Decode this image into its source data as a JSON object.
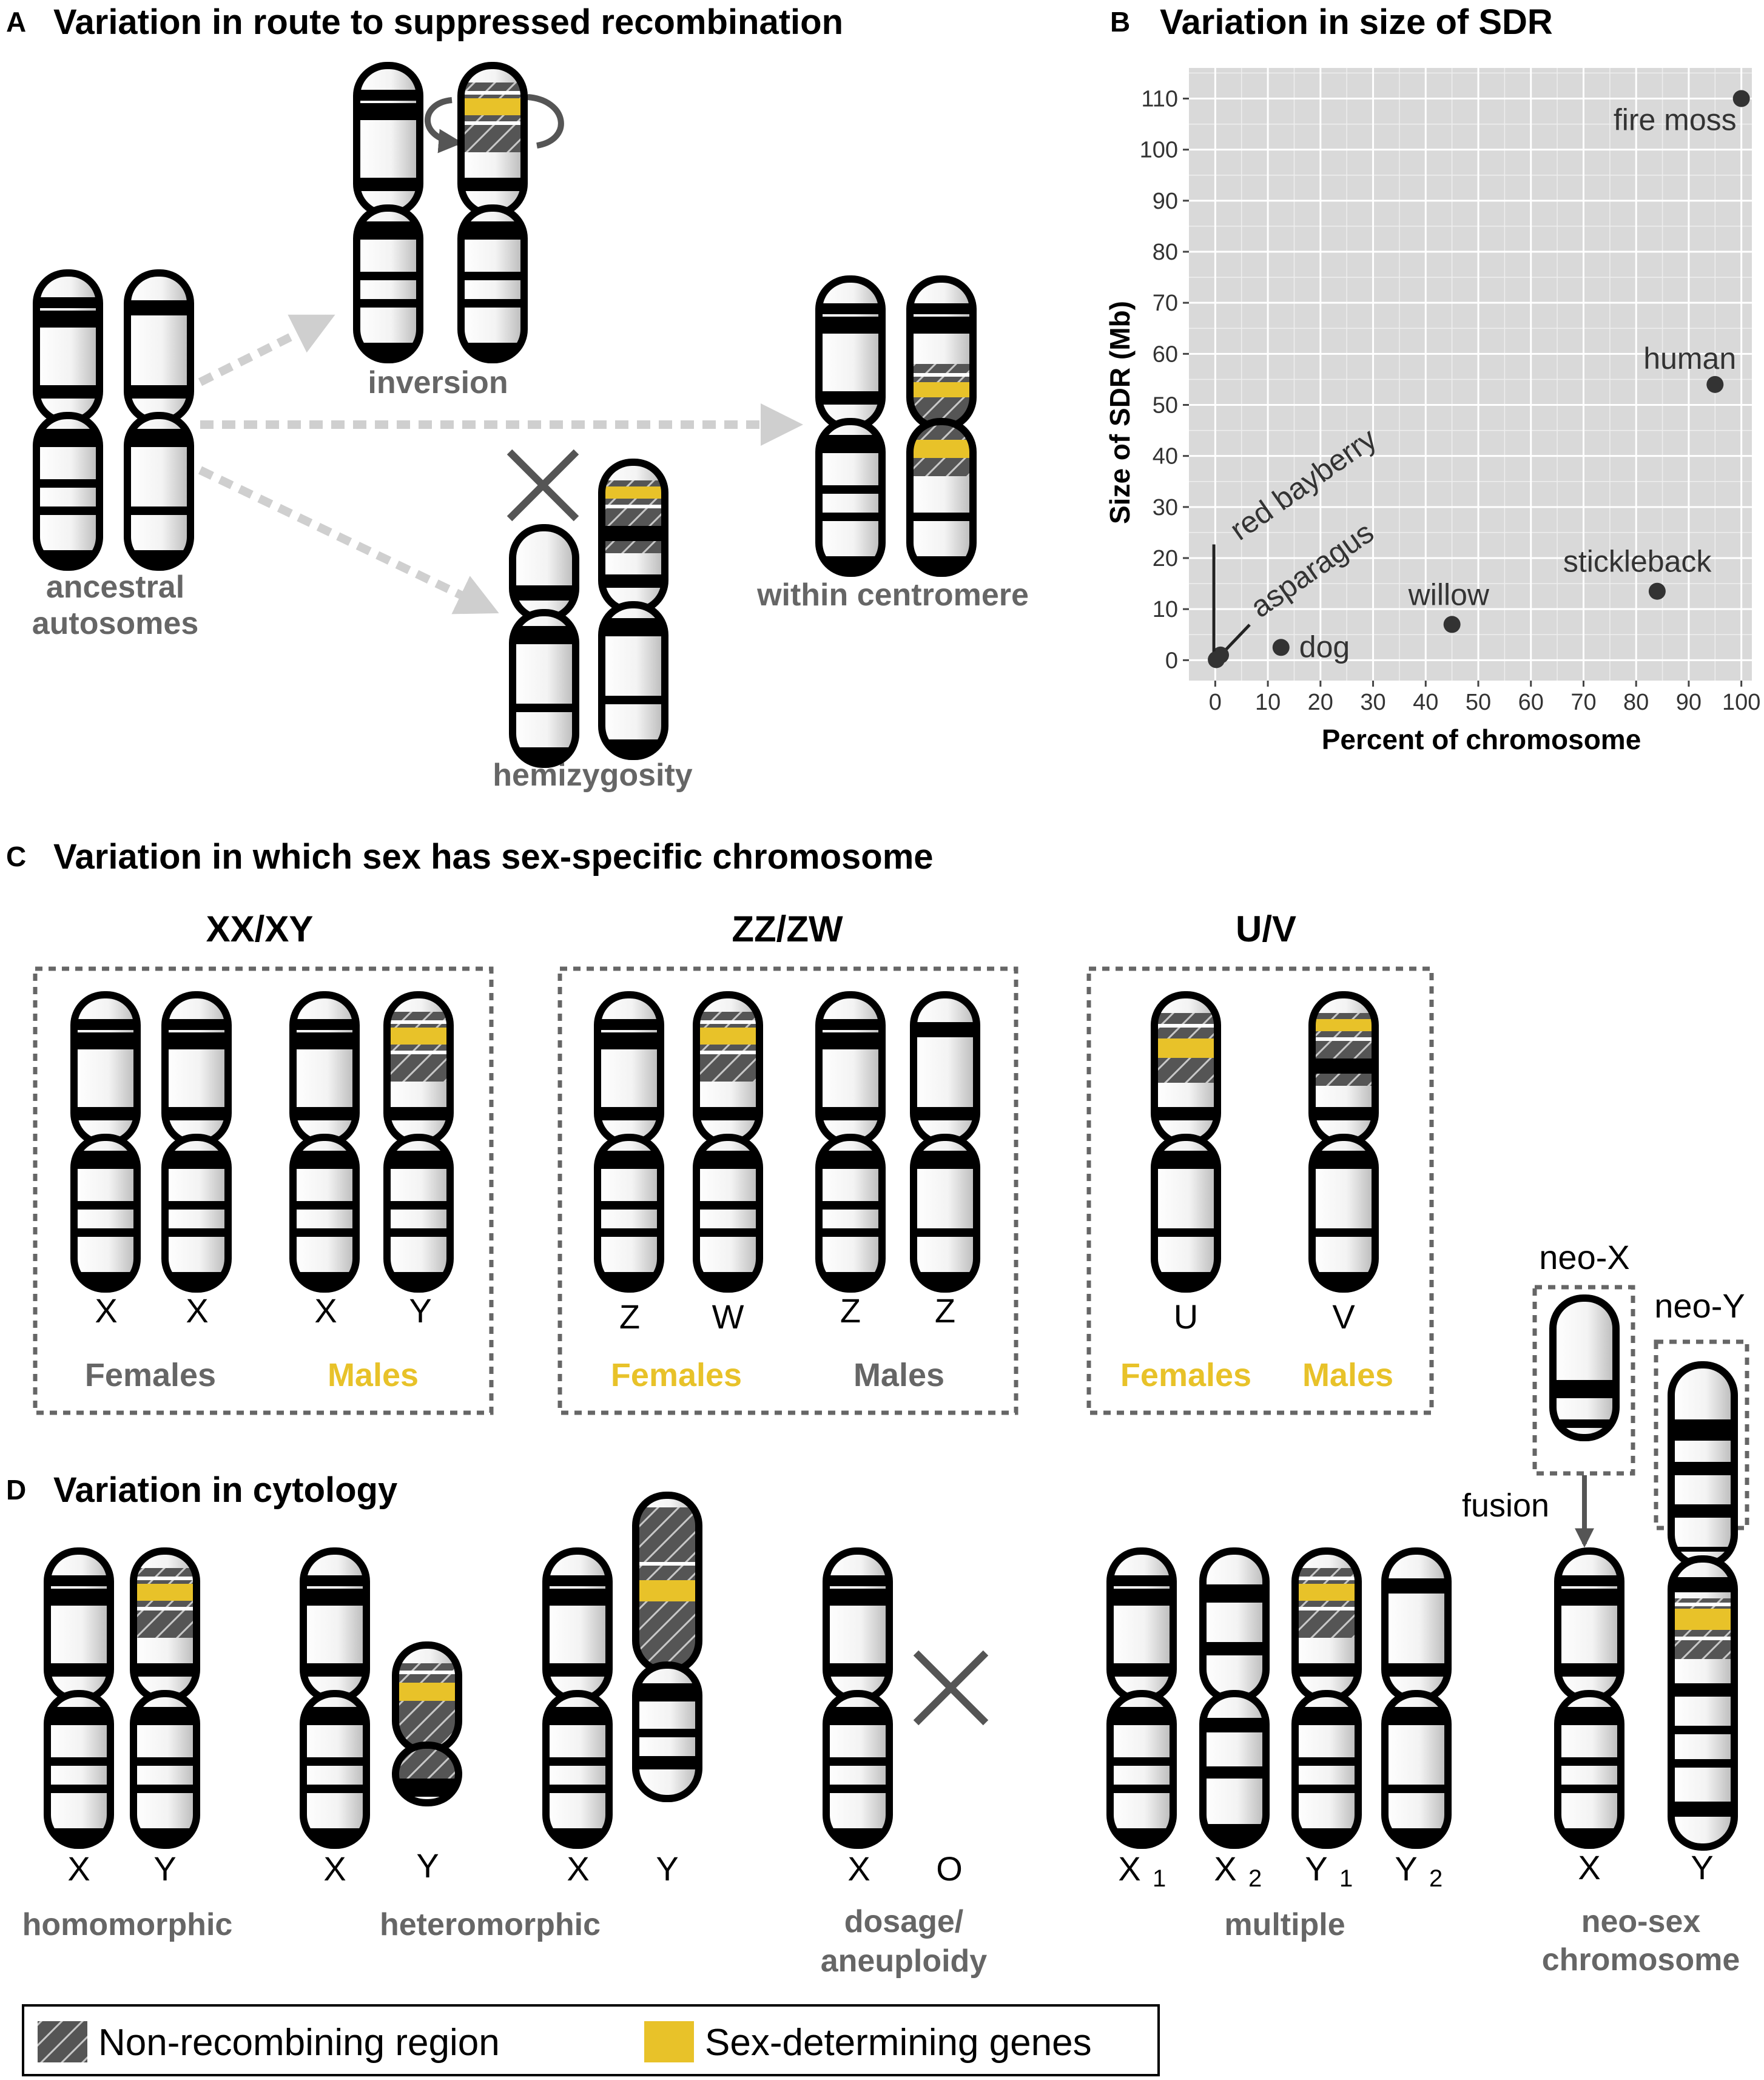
{
  "colors": {
    "sdr_yellow": "#e8c229",
    "nonrecomb_dark": "#555555",
    "panel_bg": "#d9d9d9",
    "arrow_gray": "#cccccc",
    "label_gray": "#666666"
  },
  "panelA": {
    "letter": "A",
    "title": "Variation in route to suppressed recombination",
    "labels": {
      "ancestral1": "ancestral",
      "ancestral2": "autosomes",
      "inversion": "inversion",
      "centromere": "within centromere",
      "hemizygosity": "hemizygosity"
    }
  },
  "panelB": {
    "letter": "B",
    "title": "Variation in size of SDR"
  },
  "chart_data": {
    "type": "scatter",
    "title": "Variation in size of SDR",
    "xlabel": "Percent of chromosome",
    "ylabel": "Size of SDR (Mb)",
    "xlim": [
      -5,
      102
    ],
    "ylim": [
      -4,
      116
    ],
    "x_ticks": [
      0,
      10,
      20,
      30,
      40,
      50,
      60,
      70,
      80,
      90,
      100
    ],
    "y_ticks": [
      0,
      10,
      20,
      30,
      40,
      50,
      60,
      70,
      80,
      90,
      100,
      110
    ],
    "grid": true,
    "points": [
      {
        "label": "fire moss",
        "x": 100,
        "y": 110
      },
      {
        "label": "human",
        "x": 95,
        "y": 54
      },
      {
        "label": "stickleback",
        "x": 84,
        "y": 13.5
      },
      {
        "label": "willow",
        "x": 45,
        "y": 7
      },
      {
        "label": "dog",
        "x": 12.5,
        "y": 2.5
      },
      {
        "label": "asparagus",
        "x": 1,
        "y": 1
      },
      {
        "label": "red bayberry",
        "x": 0.2,
        "y": 0.1
      }
    ]
  },
  "panelC": {
    "letter": "C",
    "title": "Variation in which sex has sex-specific chromosome",
    "groups": [
      {
        "heading": "XX/XY",
        "chroms": [
          "X",
          "X",
          "X",
          "Y"
        ],
        "sex1": "Females",
        "sex2": "Males"
      },
      {
        "heading": "ZZ/ZW",
        "chroms": [
          "Z",
          "W",
          "Z",
          "Z"
        ],
        "sex1": "Females",
        "sex2": "Males"
      },
      {
        "heading": "U/V",
        "chroms": [
          "U",
          "V"
        ],
        "sex1": "Females",
        "sex2": "Males"
      }
    ],
    "neo_x": "neo-X",
    "neo_y": "neo-Y",
    "fusion": "fusion"
  },
  "panelD": {
    "letter": "D",
    "title": "Variation in cytology",
    "chroms": {
      "X": "X",
      "Y": "Y",
      "O": "O",
      "X1": "X",
      "X2": "X",
      "Y1": "Y",
      "Y2": "Y",
      "sub1": "1",
      "sub2": "2"
    },
    "labels": {
      "homomorphic": "homomorphic",
      "heteromorphic": "heteromorphic",
      "dosage1": "dosage/",
      "dosage2": "aneuploidy",
      "multiple": "multiple",
      "neosex1": "neo-sex",
      "neosex2": "chromosome"
    }
  },
  "legend": {
    "nonrecomb": "Non-recombining region",
    "sdgenes": "Sex-determining genes"
  }
}
